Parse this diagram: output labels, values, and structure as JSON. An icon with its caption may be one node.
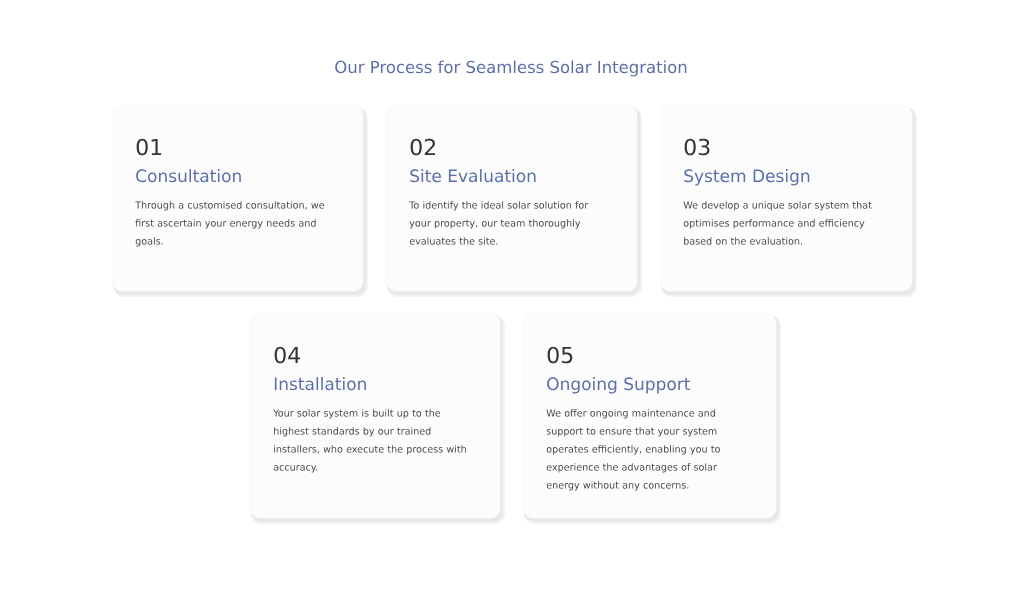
{
  "diagram": {
    "title": "Our Process for Seamless Solar Integration",
    "nodes": [
      {
        "text": [
          "01",
          "Consultation",
          "Through a customised consultation, we first ascertain your energy needs and goals."
        ]
      },
      {
        "text": [
          "02",
          "Site Evaluation",
          "To identify the ideal solar solution for your property, our team thoroughly evaluates the site."
        ]
      },
      {
        "text": [
          "03",
          "System Design",
          "We develop a unique solar system that optimises performance and efficiency based on the evaluation."
        ]
      },
      {
        "text": [
          "04",
          "Installation",
          "Your solar system is built up to the highest standards by our trained installers, who execute the process with accuracy."
        ]
      },
      {
        "text": [
          "05",
          "Ongoing Support",
          "We offer ongoing maintenance and support to ensure that your system operates efficiently, enabling you to experience the advantages of solar energy without any concerns."
        ]
      }
    ]
  }
}
